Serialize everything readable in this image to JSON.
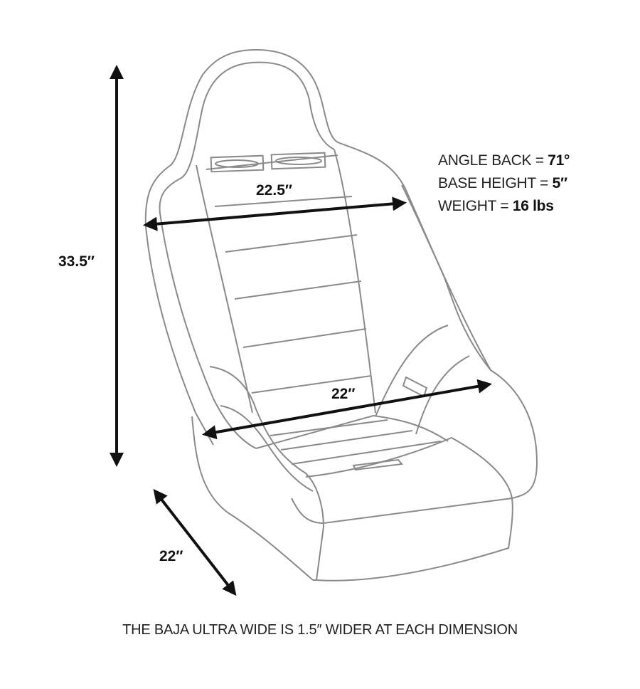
{
  "dimensions": {
    "height": "33.5″",
    "back_width": "22.5″",
    "seat_width": "22″",
    "depth": "22″"
  },
  "specs": [
    {
      "label": "ANGLE BACK = ",
      "value": "71°"
    },
    {
      "label": "BASE HEIGHT = ",
      "value": "5″"
    },
    {
      "label": "WEIGHT = ",
      "value": "16 lbs"
    }
  ],
  "caption": "THE BAJA ULTRA WIDE IS 1.5″ WIDER AT EACH DIMENSION",
  "colors": {
    "outline": "#8a8a8a",
    "arrow": "#111111"
  }
}
